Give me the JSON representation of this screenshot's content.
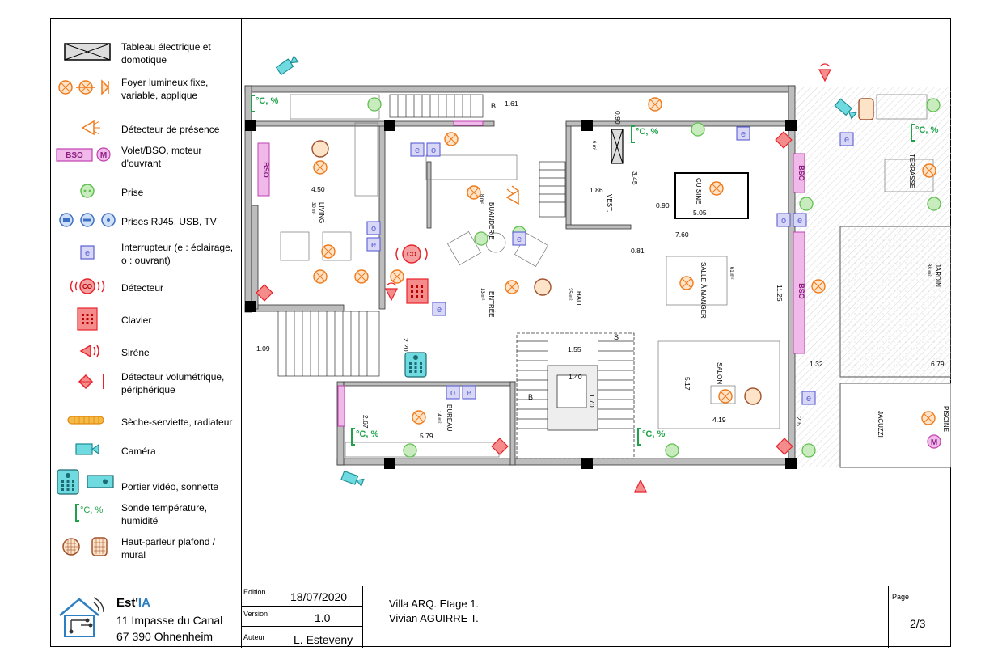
{
  "legend": {
    "items": [
      {
        "icon": "electrical-panel-icon",
        "text": "Tableau électrique et domotique"
      },
      {
        "icon": "light-fixture-icon",
        "text": "Foyer lumineux fixe, variable, applique"
      },
      {
        "icon": "presence-detector-icon",
        "text": "Détecteur de présence"
      },
      {
        "icon": "shutter-motor-icon",
        "text": "Volet/BSO, moteur d'ouvrant",
        "badge1": "BSO",
        "badge2": "M"
      },
      {
        "icon": "outlet-icon",
        "text": "Prise"
      },
      {
        "icon": "data-outlet-icon",
        "text": "Prises RJ45, USB, TV"
      },
      {
        "icon": "switch-icon",
        "text": "Interrupteur (e : éclairage, o : ouvrant)",
        "badge1": "e"
      },
      {
        "icon": "co-detector-icon",
        "text": "Détecteur",
        "badge1": "CO"
      },
      {
        "icon": "keypad-icon",
        "text": "Clavier"
      },
      {
        "icon": "siren-icon",
        "text": "Sirène"
      },
      {
        "icon": "volumetric-detector-icon",
        "text": "Détecteur volumétrique, périphérique"
      },
      {
        "icon": "towel-radiator-icon",
        "text": "Sèche-serviette, radiateur"
      },
      {
        "icon": "camera-icon",
        "text": "Caméra"
      },
      {
        "icon": "video-door-icon",
        "text": "Portier vidéo, sonnette"
      },
      {
        "icon": "temp-sensor-icon",
        "text": "Sonde température, humidité",
        "badge1": "°C, %"
      },
      {
        "icon": "speaker-icon",
        "text": "Haut-parleur plafond / mural"
      }
    ]
  },
  "plan": {
    "rooms": [
      {
        "name": "LIVING",
        "area": "30 m²"
      },
      {
        "name": "BUANDERIE",
        "area": "8 m²"
      },
      {
        "name": "CUISINE",
        "area": ""
      },
      {
        "name": "VEST.",
        "area": "6 m²"
      },
      {
        "name": "ENTRÉE",
        "area": "13 m²"
      },
      {
        "name": "HALL",
        "area": "25 m²"
      },
      {
        "name": "SALLE À MANGER",
        "area": "61 m²"
      },
      {
        "name": "SALON",
        "area": ""
      },
      {
        "name": "BUREAU",
        "area": "14 m²"
      },
      {
        "name": "TERRASSE",
        "area": ""
      },
      {
        "name": "JARDIN",
        "area": "88 m²"
      },
      {
        "name": "JACUZZI",
        "area": ""
      },
      {
        "name": "PISCINE",
        "area": ""
      }
    ],
    "dimensions": [
      "4.50",
      "1.61",
      "0.90",
      "3.45",
      "1.86",
      "0.90",
      "5.05",
      "7.60",
      "0.81",
      "11.25",
      "1.09",
      "2.20",
      "1.55",
      "1.40",
      "1.70",
      "5.17",
      "4.19",
      "2.67",
      "5.79",
      "1.32",
      "6.79",
      "2.5"
    ],
    "sensor_label": "°C, %",
    "bso_label": "BSO",
    "motor_label": "M",
    "switch_e": "e",
    "switch_o": "o",
    "co_label": "CO",
    "stair_b": "B",
    "stair_s": "S"
  },
  "company": {
    "name_a": "Est'",
    "name_b": "IA",
    "address1": "11 Impasse du Canal",
    "address2": "67 390 Ohnenheim",
    "brand_color": "#2e7fc1"
  },
  "titleblock": {
    "edition_label": "Edition",
    "edition_value": "18/07/2020",
    "version_label": "Version",
    "version_value": "1.0",
    "author_label": "Auteur",
    "author_value": "L. Esteveny",
    "project_line1": "Villa ARQ. Etage 1.",
    "project_line2": "Vivian AGUIRRE T.",
    "page_label": "Page",
    "page_value": "2/3"
  },
  "colors": {
    "light": "#f07a1a",
    "detector": "#e8232c",
    "switch": "#5b5fd6",
    "bso": "#e07ad0",
    "outlet": "#5fbf4f",
    "camera": "#32c5cf",
    "sensor": "#1fa34a",
    "speaker": "#a0522d"
  }
}
